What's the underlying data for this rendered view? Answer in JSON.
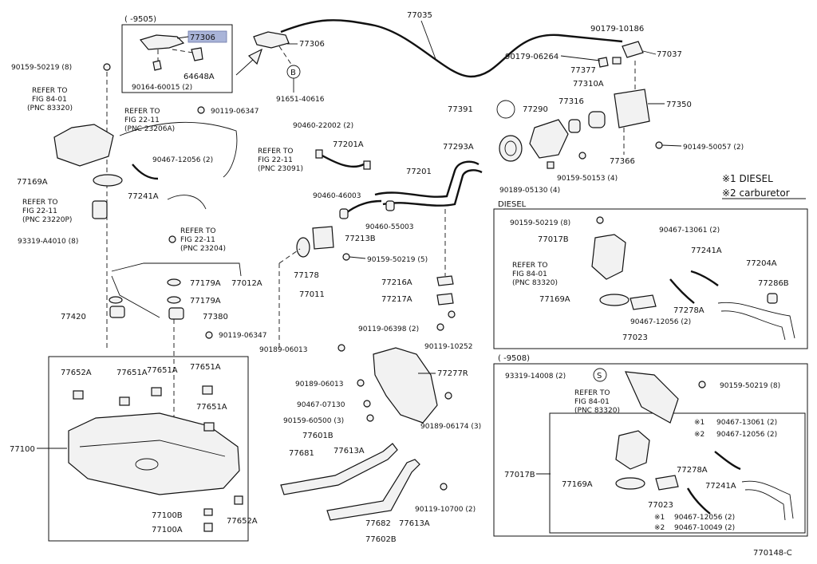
{
  "figure_id": "770148-C",
  "legend": {
    "diesel": "※1 DIESEL",
    "carburetor": "※2 carburetor"
  },
  "box_labels": {
    "top_range": "(      -9505)",
    "diesel": "DIESEL",
    "lower_range": "(      -9508)",
    "b_marker": "B",
    "s_marker": "S"
  },
  "highlighted_part": "77306",
  "parts": {
    "p77306_box": "77306",
    "p64648A": "64648A",
    "p90164_60015": "90164-60015 (2)",
    "p77306_main": "77306",
    "p91651_40616": "91651-40616",
    "p77035": "77035",
    "p90179_10186": "90179-10186",
    "p90179_06264": "90179-06264",
    "p77037": "77037",
    "p77377": "77377",
    "p77310A": "77310A",
    "p77316": "77316",
    "p77350": "77350",
    "p77391": "77391",
    "p77290": "77290",
    "p77293A": "77293A",
    "p77366": "77366",
    "p90149_50057": "90149-50057 (2)",
    "p90159_50153": "90159-50153 (4)",
    "p90189_05130": "90189-05130 (4)",
    "p90159_50219_8a": "90159-50219 (8)",
    "p90119_06347a": "90119-06347",
    "p90467_12056a": "90467-12056 (2)",
    "p77169A": "77169A",
    "p77241A": "77241A",
    "p93319_A4010": "93319-A4010 (8)",
    "p77179A_1": "77179A",
    "p77012A": "77012A",
    "p77179A_2": "77179A",
    "p77420": "77420",
    "p77380": "77380",
    "p90119_06347b": "90119-06347",
    "p90460_22002": "90460-22002 (2)",
    "p77201A": "77201A",
    "p77201": "77201",
    "p90460_46003": "90460-46003",
    "p90460_55003": "90460-55003",
    "p77213B": "77213B",
    "p90159_50219_5": "90159-50219 (5)",
    "p77178": "77178",
    "p77011": "77011",
    "p77216A": "77216A",
    "p77217A": "77217A",
    "p90119_06398": "90119-06398 (2)",
    "p90119_10252": "90119-10252",
    "p90189_06013a": "90189-06013",
    "p90189_06013b": "90189-06013",
    "p77277R": "77277R",
    "p90467_07130": "90467-07130",
    "p90159_60500": "90159-60500 (3)",
    "p90189_06174": "90189-06174 (3)",
    "p77601B": "77601B",
    "p77681": "77681",
    "p77613A_1": "77613A",
    "p90119_10700": "90119-10700 (2)",
    "p77682": "77682",
    "p77613A_2": "77613A",
    "p77602B": "77602B",
    "p77652A_1": "77652A",
    "p77651A_1": "77651A",
    "p77651A_2": "77651A",
    "p77651A_3": "77651A",
    "p77651A_4": "77651A",
    "p77100": "77100",
    "p77100B": "77100B",
    "p77100A": "77100A",
    "p77652A_2": "77652A",
    "d90159_50219": "90159-50219 (8)",
    "d77017B": "77017B",
    "d90467_13061": "90467-13061 (2)",
    "d77241A": "77241A",
    "d77204A": "77204A",
    "d77286B": "77286B",
    "d77169A": "77169A",
    "d77278A": "77278A",
    "d90467_12056": "90467-12056 (2)",
    "d77023": "77023",
    "c93319_14008": "93319-14008 (2)",
    "c90159_50219": "90159-50219 (8)",
    "c_note1_code": "90467-13061 (2)",
    "c_note2_code": "90467-12056 (2)",
    "c77017B": "77017B",
    "c77278A": "77278A",
    "c77241A": "77241A",
    "c77169A": "77169A",
    "c77023": "77023",
    "c_bot1_code": "90467-12056 (2)",
    "c_bot2_code": "90467-10049 (2)",
    "note1": "※1",
    "note2": "※2"
  },
  "refs": {
    "r1": [
      "REFER TO",
      "FIG 84-01",
      "(PNC 83320)"
    ],
    "r2": [
      "REFER TO",
      "FIG 22-11",
      "(PNC 23206A)"
    ],
    "r3": [
      "REFER TO",
      "FIG 22-11",
      "(PNC 23091)"
    ],
    "r4": [
      "REFER TO",
      "FIG 22-11",
      "(PNC 23220P)"
    ],
    "r5": [
      "REFER TO",
      "FIG 22-11",
      "(PNC 23204)"
    ],
    "r6": [
      "REFER TO",
      "FIG 84-01",
      "(PNC 83320)"
    ],
    "r7": [
      "REFER TO",
      "FIG 84-01",
      "(PNC 83320)"
    ]
  }
}
